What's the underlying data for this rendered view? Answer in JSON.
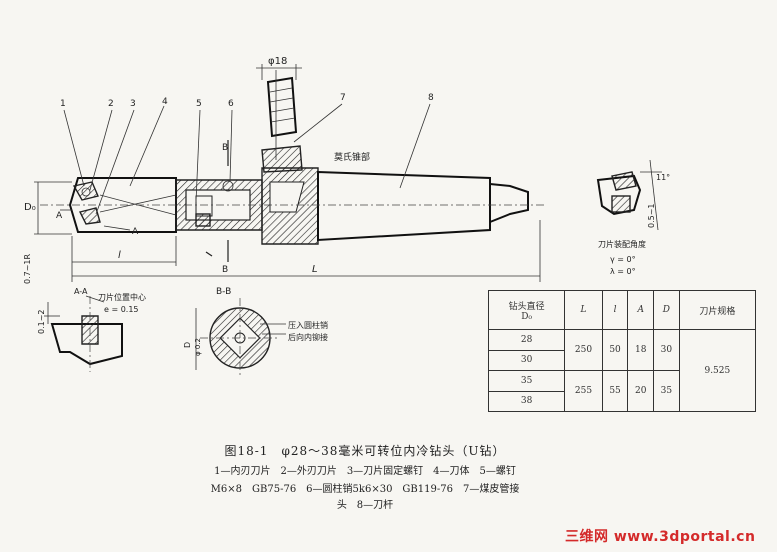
{
  "dims": {
    "phi18": "φ18",
    "D0": "D₀",
    "A": "A",
    "B": "B",
    "L": "L",
    "l": "l",
    "dim_07": "0.7~1R",
    "dim_01": "0.1~2",
    "dim_05": "0.5~1",
    "angle_11": "11°",
    "dim_d": "D",
    "dim_d2": "φ 0.2"
  },
  "parts": [
    "1",
    "2",
    "3",
    "4",
    "5",
    "6",
    "7",
    "8"
  ],
  "labels": {
    "morse": "莫氏锥部",
    "section_aa": "A-A",
    "section_bb": "B-B",
    "blade_center": "刀片位置中心",
    "e_val": "e = 0.15",
    "press_fit_1": "压入圆柱销",
    "press_fit_2": "后向内铆接",
    "blade_angle": "刀片装配角度",
    "gamma": "γ = 0°",
    "lambda": "λ = 0°"
  },
  "table": {
    "h_diameter": "钻头直径",
    "h_d0": "D₀",
    "h_L": "L",
    "h_l": "l",
    "h_A": "A",
    "h_D": "D",
    "h_spec": "刀片规格",
    "r1_d": "28",
    "r2_d": "30",
    "g1_L": "250",
    "g1_l": "50",
    "g1_A": "18",
    "g1_D": "30",
    "r3_d": "35",
    "r4_d": "38",
    "g2_L": "255",
    "g2_l": "55",
    "g2_A": "20",
    "g2_D": "35",
    "spec": "9.525"
  },
  "caption": {
    "title": "图18-1　φ28～38毫米可转位内冷钻头（U钻）",
    "line1": "1—内刃刀片　2—外刃刀片　3—刀片固定螺钉　4—刀体　5—螺钉",
    "line2": "M6×8　GB75-76　6—圆柱销5k6×30　GB119-76　7—煤皮管接",
    "line3": "头　8—刀杆"
  },
  "watermark": "三维网 www.3dportal.cn"
}
